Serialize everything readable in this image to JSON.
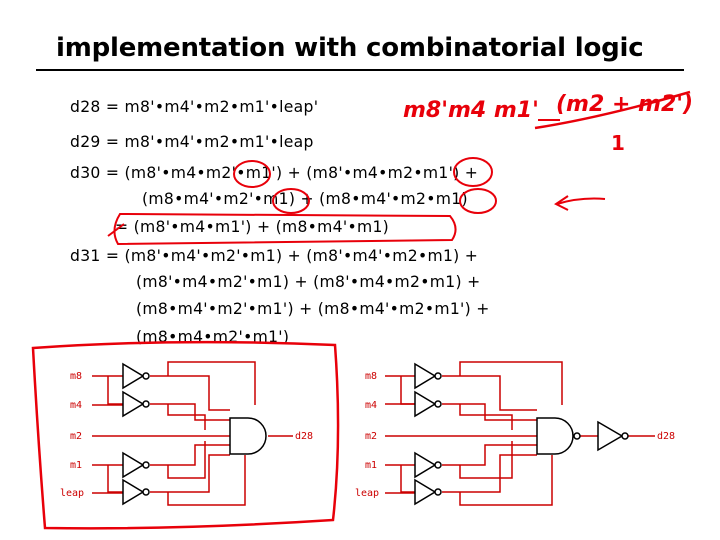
{
  "title": "implementation with combinatorial logic",
  "equations": {
    "d28": "d28 = m8'•m4'•m2•m1'•leap'",
    "d29": "d29 = m8'•m4'•m2•m1'•leap",
    "d30_line1": "d30 = (m8'•m4•m2'•m1') + (m8'•m4•m2•m1') +",
    "d30_line2": "(m8•m4'•m2'•m1) + (m8•m4'•m2•m1)",
    "d30_line3": "= (m8'•m4•m1') + (m8•m4'•m1)",
    "d31_line1": "d31 = (m8'•m4'•m2'•m1) + (m8'•m4'•m2•m1) +",
    "d31_line2": "(m8'•m4•m2'•m1) + (m8'•m4•m2•m1) +",
    "d31_line3": "(m8•m4'•m2'•m1') + (m8•m4'•m2•m1') +",
    "d31_line4": "(m8•m4•m2'•m1')"
  },
  "annotations": {
    "term": "m8'm4 m1'",
    "paren": "(m2 + m2')",
    "one": "1"
  },
  "circuit_left": {
    "inputs": [
      "m8",
      "m4",
      "m2",
      "m1",
      "leap"
    ],
    "output": "d28"
  },
  "circuit_right": {
    "inputs": [
      "m8",
      "m4",
      "m2",
      "m1",
      "leap"
    ],
    "output": "d28"
  },
  "colors": {
    "ink": "#000000",
    "wire": "#cc0000",
    "marker": "#e8000a"
  }
}
